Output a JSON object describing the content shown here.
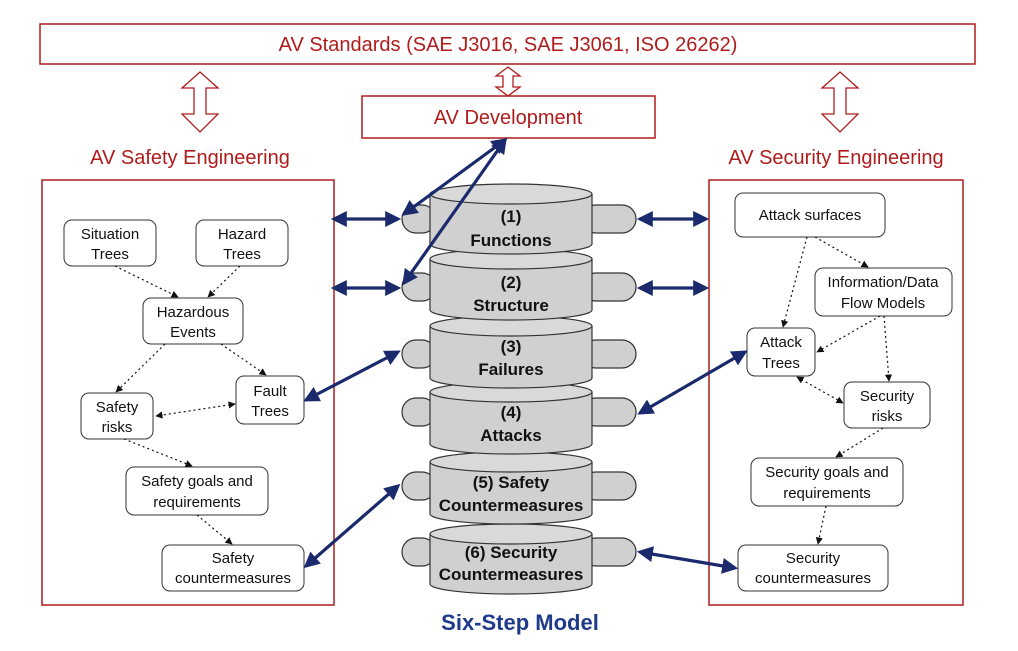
{
  "standards": "AV Standards (SAE J3016, SAE J3061, ISO 26262)",
  "development": "AV Development",
  "safety_engineering": "AV Safety Engineering",
  "security_engineering": "AV Security Engineering",
  "model_title": "Six-Step Model",
  "steps": [
    {
      "line1": "(1)",
      "line2": "Functions"
    },
    {
      "line1": "(2)",
      "line2": "Structure"
    },
    {
      "line1": "(3)",
      "line2": "Failures"
    },
    {
      "line1": "(4)",
      "line2": "Attacks"
    },
    {
      "line1": "(5) Safety",
      "line2": "Countermeasures"
    },
    {
      "line1": "(6) Security",
      "line2": "Countermeasures"
    }
  ],
  "safety_nodes": {
    "situation_trees": [
      "Situation",
      "Trees"
    ],
    "hazard_trees": [
      "Hazard",
      "Trees"
    ],
    "hazardous_events": [
      "Hazardous",
      "Events"
    ],
    "fault_trees": [
      "Fault",
      "Trees"
    ],
    "safety_risks": [
      "Safety",
      "risks"
    ],
    "safety_goals": [
      "Safety goals and",
      "requirements"
    ],
    "safety_countermeasures": [
      "Safety",
      "countermeasures"
    ]
  },
  "security_nodes": {
    "attack_surfaces": [
      "Attack surfaces"
    ],
    "info_flow_models": [
      "Information/Data",
      "Flow Models"
    ],
    "attack_trees": [
      "Attack",
      "Trees"
    ],
    "security_risks": [
      "Security",
      "risks"
    ],
    "security_goals": [
      "Security goals and",
      "requirements"
    ],
    "security_countermeasures": [
      "Security",
      "countermeasures"
    ]
  },
  "colors": {
    "accent_red": "#b01c1c",
    "arrow_blue": "#1a2a6c",
    "cylinder_fill": "#d0d0d0",
    "title_blue": "#1f3a8a"
  }
}
